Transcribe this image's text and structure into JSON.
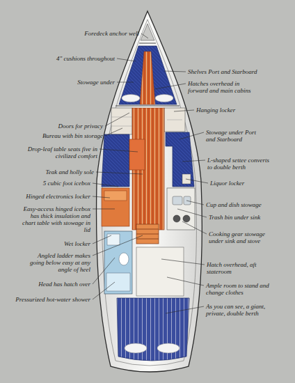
{
  "diagram": {
    "labels": [
      "Foredeck anchor well",
      "4\" cushions throughout",
      "Stowage under",
      "Doors for privacy",
      "Bureau with bin storage",
      "Drop-leaf table seats five in civilized comfort",
      "Teak and holly sole",
      "5 cubic foot icebox",
      "Hinged electronics locker",
      "Easy-access hinged icebox has thick insulation and chart table with stowage in lid",
      "Wet locker",
      "Angled ladder makes going below easy at any angle of heel",
      "Head has hatch over",
      "Pressurized hot-water shower",
      "Shelves Port and Starboard",
      "Hatches overhead in forward and main cabins",
      "Hanging locker",
      "Stowage under Port and Starboard",
      "L-shaped settee converts to double berth",
      "Liquor locker",
      "Cup and dish stowage",
      "Trash bin under sink",
      "Cooking gear stowage under sink and stove",
      "Hatch overhead, aft stateroom",
      "Ample room to stand and change clothes",
      "As you can see, a giant, private, double berth"
    ]
  }
}
